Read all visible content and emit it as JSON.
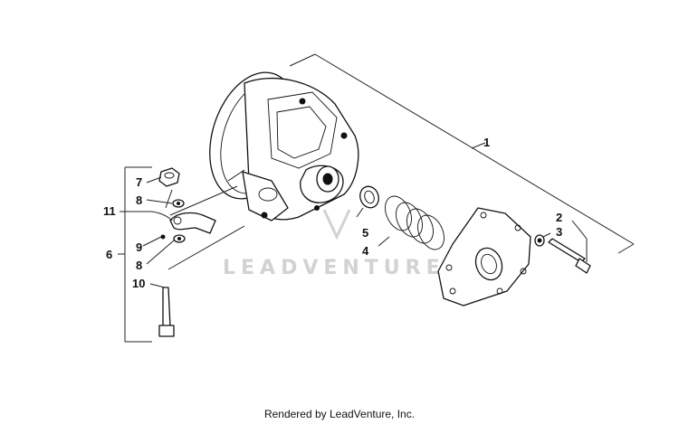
{
  "diagram": {
    "watermark": "LEADVENTURE",
    "callouts": {
      "c1": "1",
      "c2": "2",
      "c3": "3",
      "c4": "4",
      "c5": "5",
      "c6": "6",
      "c7": "7",
      "c8a": "8",
      "c8b": "8",
      "c9": "9",
      "c10": "10",
      "c11": "11"
    }
  },
  "footer": {
    "text": "Rendered by LeadVenture, Inc."
  }
}
